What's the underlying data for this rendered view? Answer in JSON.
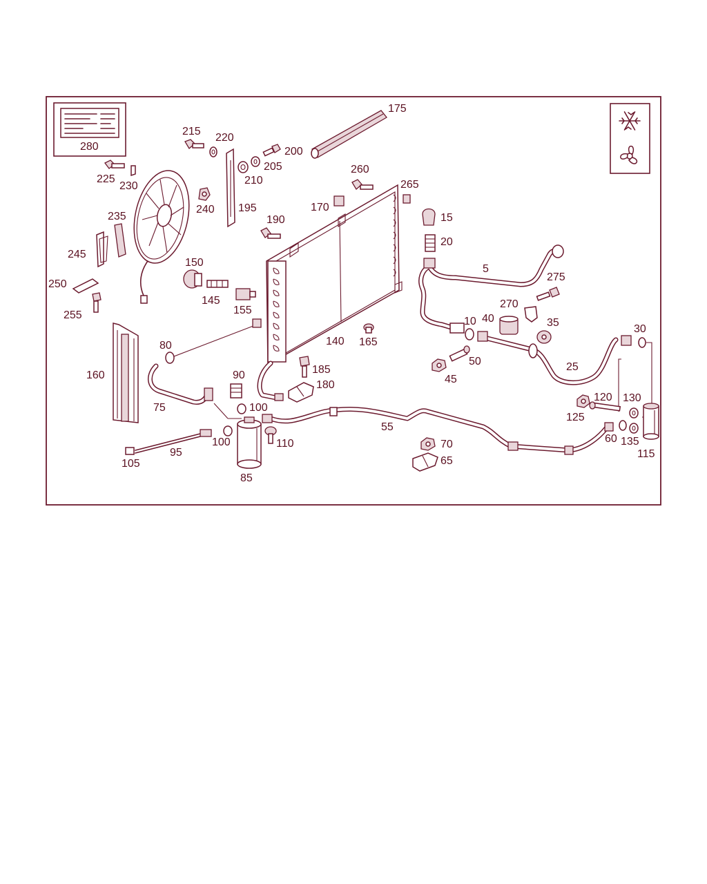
{
  "diagram": {
    "frame_color": "#6b1a2e",
    "icons": [
      "snowflake-icon",
      "fan-icon"
    ],
    "labels": {
      "l280": "280",
      "l175": "175",
      "l215": "215",
      "l220": "220",
      "l200": "200",
      "l225": "225",
      "l230": "230",
      "l205": "205",
      "l210": "210",
      "l240": "240",
      "l195": "195",
      "l260": "260",
      "l265": "265",
      "l170": "170",
      "l15": "15",
      "l235": "235",
      "l190": "190",
      "l20": "20",
      "l245": "245",
      "l150": "150",
      "l5": "5",
      "l275": "275",
      "l250": "250",
      "l145": "145",
      "l270": "270",
      "l155": "155",
      "l255": "255",
      "l10": "10",
      "l40": "40",
      "l35": "35",
      "l30": "30",
      "l140": "140",
      "l165": "165",
      "l80": "80",
      "l50": "50",
      "l25": "25",
      "l160": "160",
      "l185": "185",
      "l90": "90",
      "l45": "45",
      "l180": "180",
      "l75": "75",
      "l100a": "100",
      "l120": "120",
      "l130": "130",
      "l125": "125",
      "l55": "55",
      "l110": "110",
      "l70": "70",
      "l100b": "100",
      "l60": "60",
      "l135": "135",
      "l95": "95",
      "l115": "115",
      "l105": "105",
      "l65": "65",
      "l85": "85"
    }
  }
}
